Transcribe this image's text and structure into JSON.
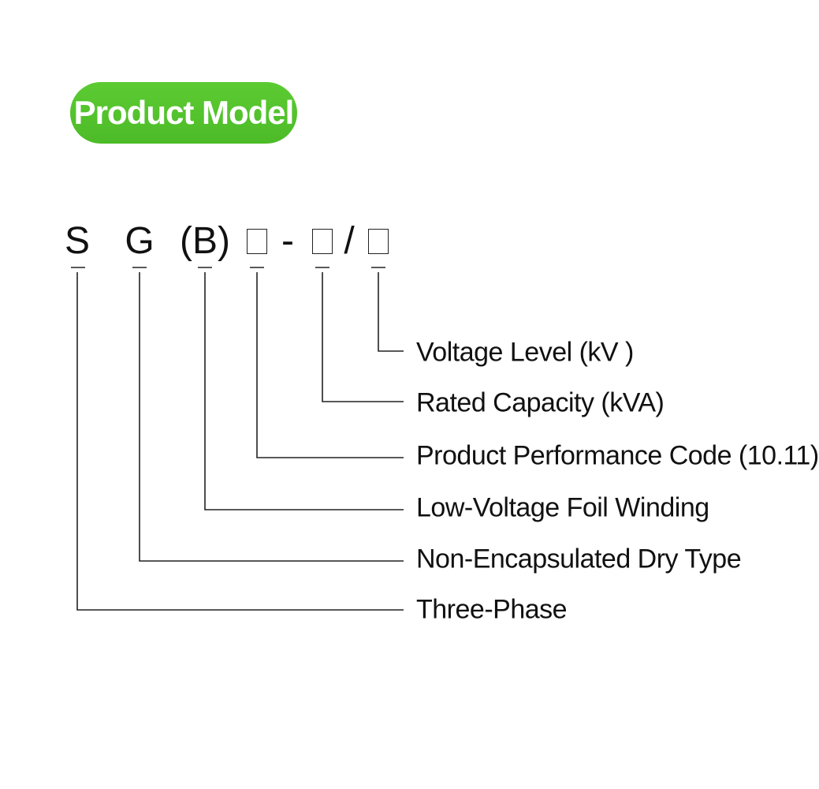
{
  "badge": {
    "text": "Product Model",
    "color": "#52c22c"
  },
  "code": {
    "s": "S",
    "g": "G",
    "b": "(B)",
    "dash": "-",
    "slash": "/"
  },
  "labels": {
    "voltage_level": "Voltage Level (kV )",
    "rated_capacity": "Rated Capacity (kVA)",
    "performance_code": "Product Performance Code (10.11)",
    "foil_winding": "Low-Voltage Foil Winding",
    "dry_type": "Non-Encapsulated Dry Type",
    "three_phase": "Three-Phase"
  }
}
